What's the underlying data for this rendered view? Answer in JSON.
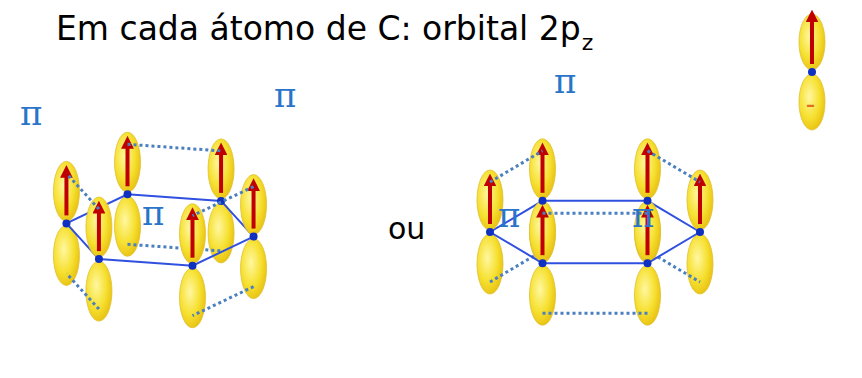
{
  "diagram": {
    "title": "Em cada átomo de C: orbital 2p",
    "labels": [
      "z",
      "π",
      "π",
      "π",
      "π",
      "π",
      "π",
      "ou",
      "–"
    ]
  }
}
